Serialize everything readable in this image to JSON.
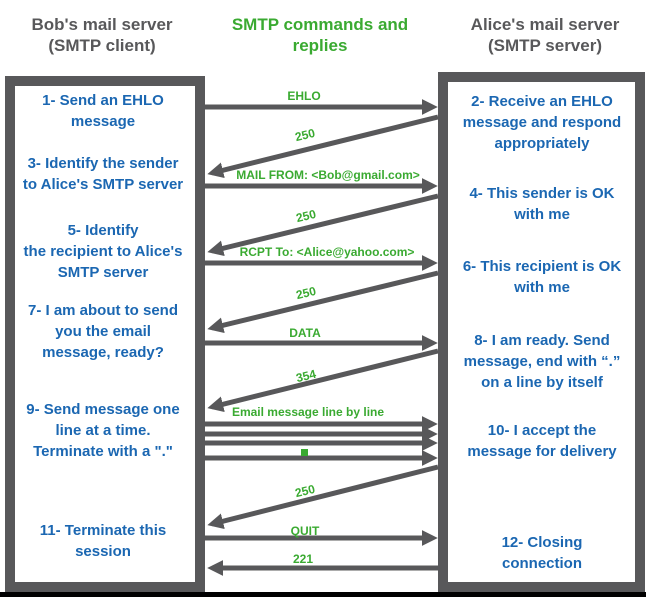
{
  "headers": {
    "left": "Bob's mail server\n(SMTP client)",
    "center": "SMTP commands and\nreplies",
    "right": "Alice's mail server\n(SMTP server)"
  },
  "colors": {
    "command_green": "#3aaa31",
    "step_blue": "#1b67b2",
    "box_gray": "#58585a",
    "bottom_bar_black": "#000000"
  },
  "client_box": {
    "role": "SMTP client",
    "steps": [
      {
        "text": "1- Send an EHLO\nmessage"
      },
      {
        "text": "3- Identify the sender\nto Alice's SMTP server"
      },
      {
        "text": "5- Identify\nthe recipient to Alice's\nSMTP server"
      },
      {
        "text": "7- I am about to send\nyou the email\nmessage, ready?"
      },
      {
        "text": "9- Send message one\nline at a time.\nTerminate with a \".\""
      },
      {
        "text": "11- Terminate this\nsession"
      }
    ]
  },
  "server_box": {
    "role": "SMTP server",
    "steps": [
      {
        "text": "2- Receive an EHLO\nmessage and respond\nappropriately"
      },
      {
        "text": "4- This sender is OK\nwith me"
      },
      {
        "text": "6- This recipient is OK\nwith me"
      },
      {
        "text": "8-  I am ready. Send\nmessage, end with “.”\non a line by itself"
      },
      {
        "text": "10-  I accept the\nmessage for delivery"
      },
      {
        "text": "12-  Closing\nconnection"
      }
    ]
  },
  "messages": [
    {
      "label": "EHLO",
      "direction": "client-to-server"
    },
    {
      "label": "250",
      "direction": "server-to-client"
    },
    {
      "label": "MAIL FROM: <Bob@gmail.com>",
      "direction": "client-to-server"
    },
    {
      "label": "250",
      "direction": "server-to-client"
    },
    {
      "label": "RCPT To: <Alice@yahoo.com>",
      "direction": "client-to-server"
    },
    {
      "label": "250",
      "direction": "server-to-client"
    },
    {
      "label": "DATA",
      "direction": "client-to-server"
    },
    {
      "label": "354",
      "direction": "server-to-client"
    },
    {
      "label": "Email message line by line",
      "direction": "client-to-server",
      "arrow_count": 4,
      "terminator": "green square dot"
    },
    {
      "label": "250",
      "direction": "server-to-client"
    },
    {
      "label": "QUIT",
      "direction": "client-to-server"
    },
    {
      "label": "221",
      "direction": "server-to-client"
    }
  ]
}
